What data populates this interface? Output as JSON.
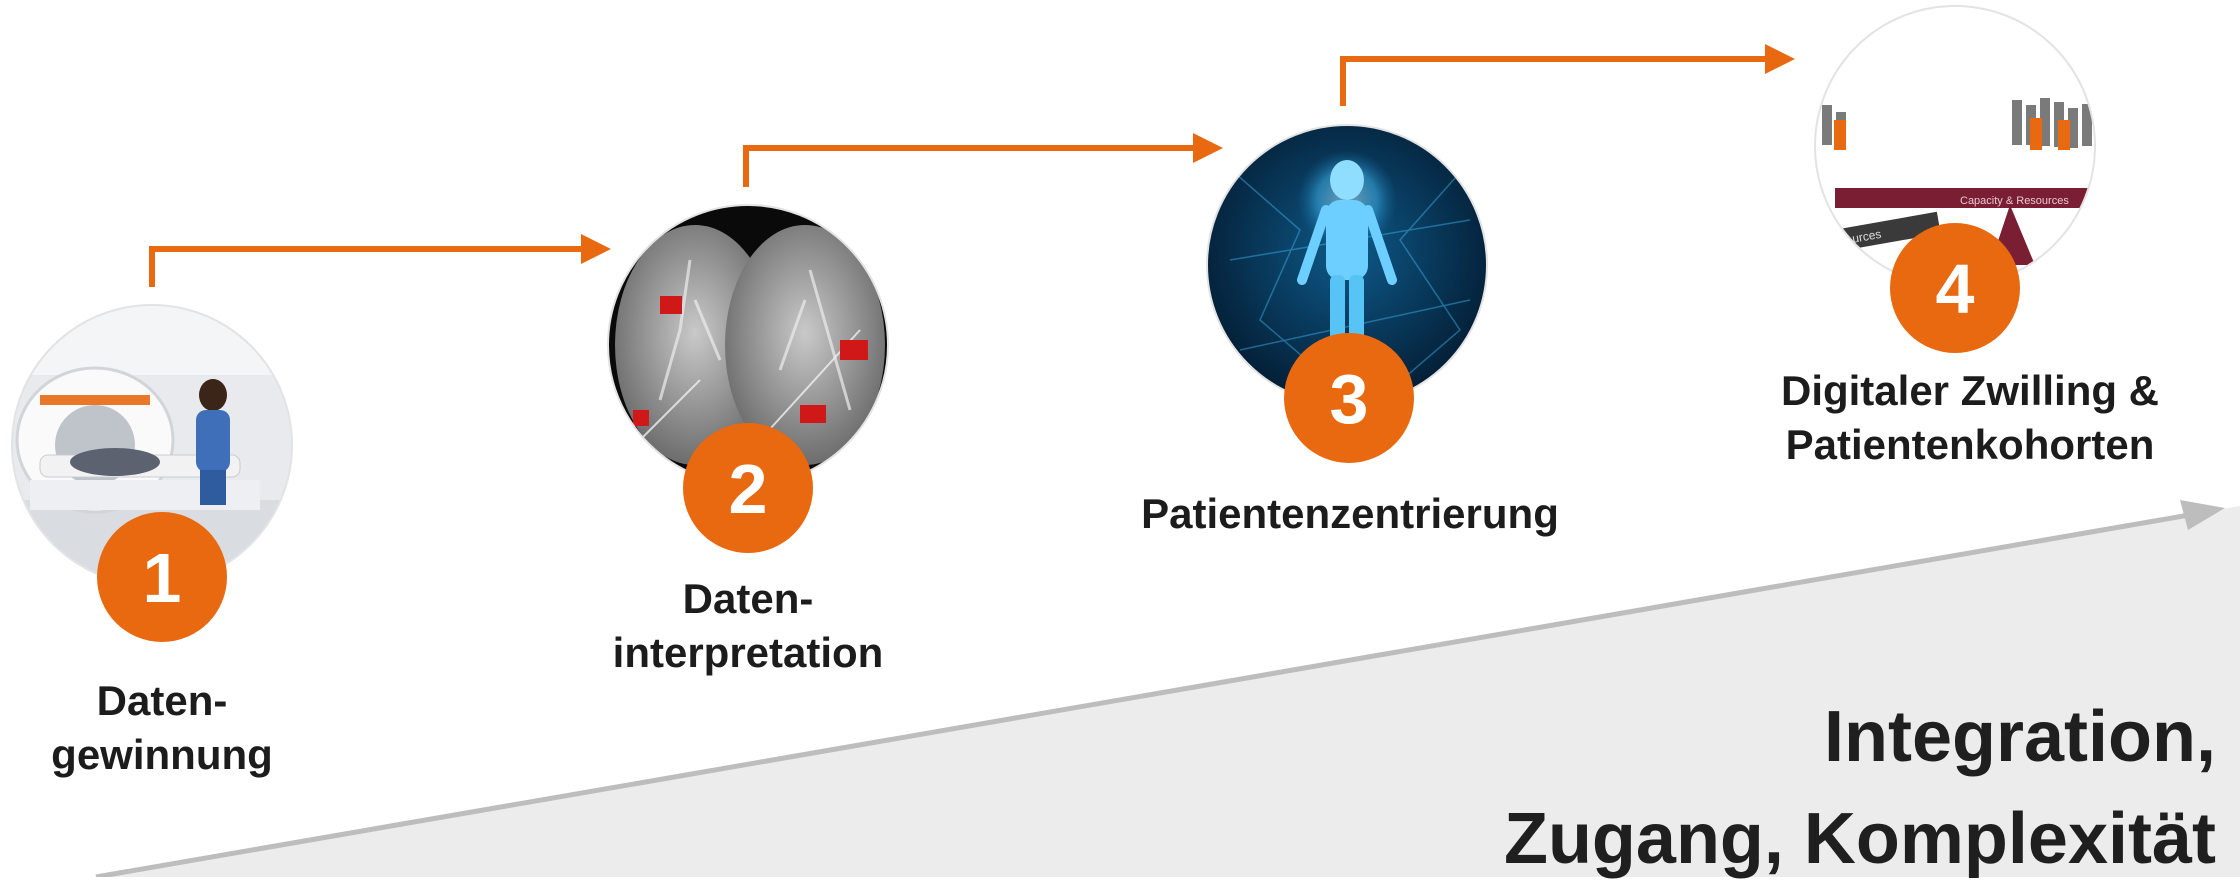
{
  "steps": [
    {
      "number": "1",
      "line1": "Daten-",
      "line2": "gewinnung"
    },
    {
      "number": "2",
      "line1": "Daten-",
      "line2": "interpretation"
    },
    {
      "number": "3",
      "line1": "Patientenzentrierung"
    },
    {
      "number": "4",
      "line1": "Digitaler Zwilling &",
      "line2": "Patientenkohorten",
      "image_text_1": "Capacity & Resources",
      "image_text_2": "urces"
    }
  ],
  "ramp": {
    "line1": "Integration,",
    "line2": "Zugang, Komplexität"
  },
  "colors": {
    "accent": "#E8690F",
    "ramp_fill": "#ECECEC",
    "ramp_arrow": "#BDBDBD",
    "label_text": "#1C1C1C",
    "scan_red": "#D01818",
    "twin_blue": "#3FB8F0",
    "bar_maroon": "#7A1E34"
  },
  "icons": [
    "ct-scanner-photo",
    "lung-scan-photo",
    "digital-human-photo",
    "balance-seesaw-illustration"
  ]
}
